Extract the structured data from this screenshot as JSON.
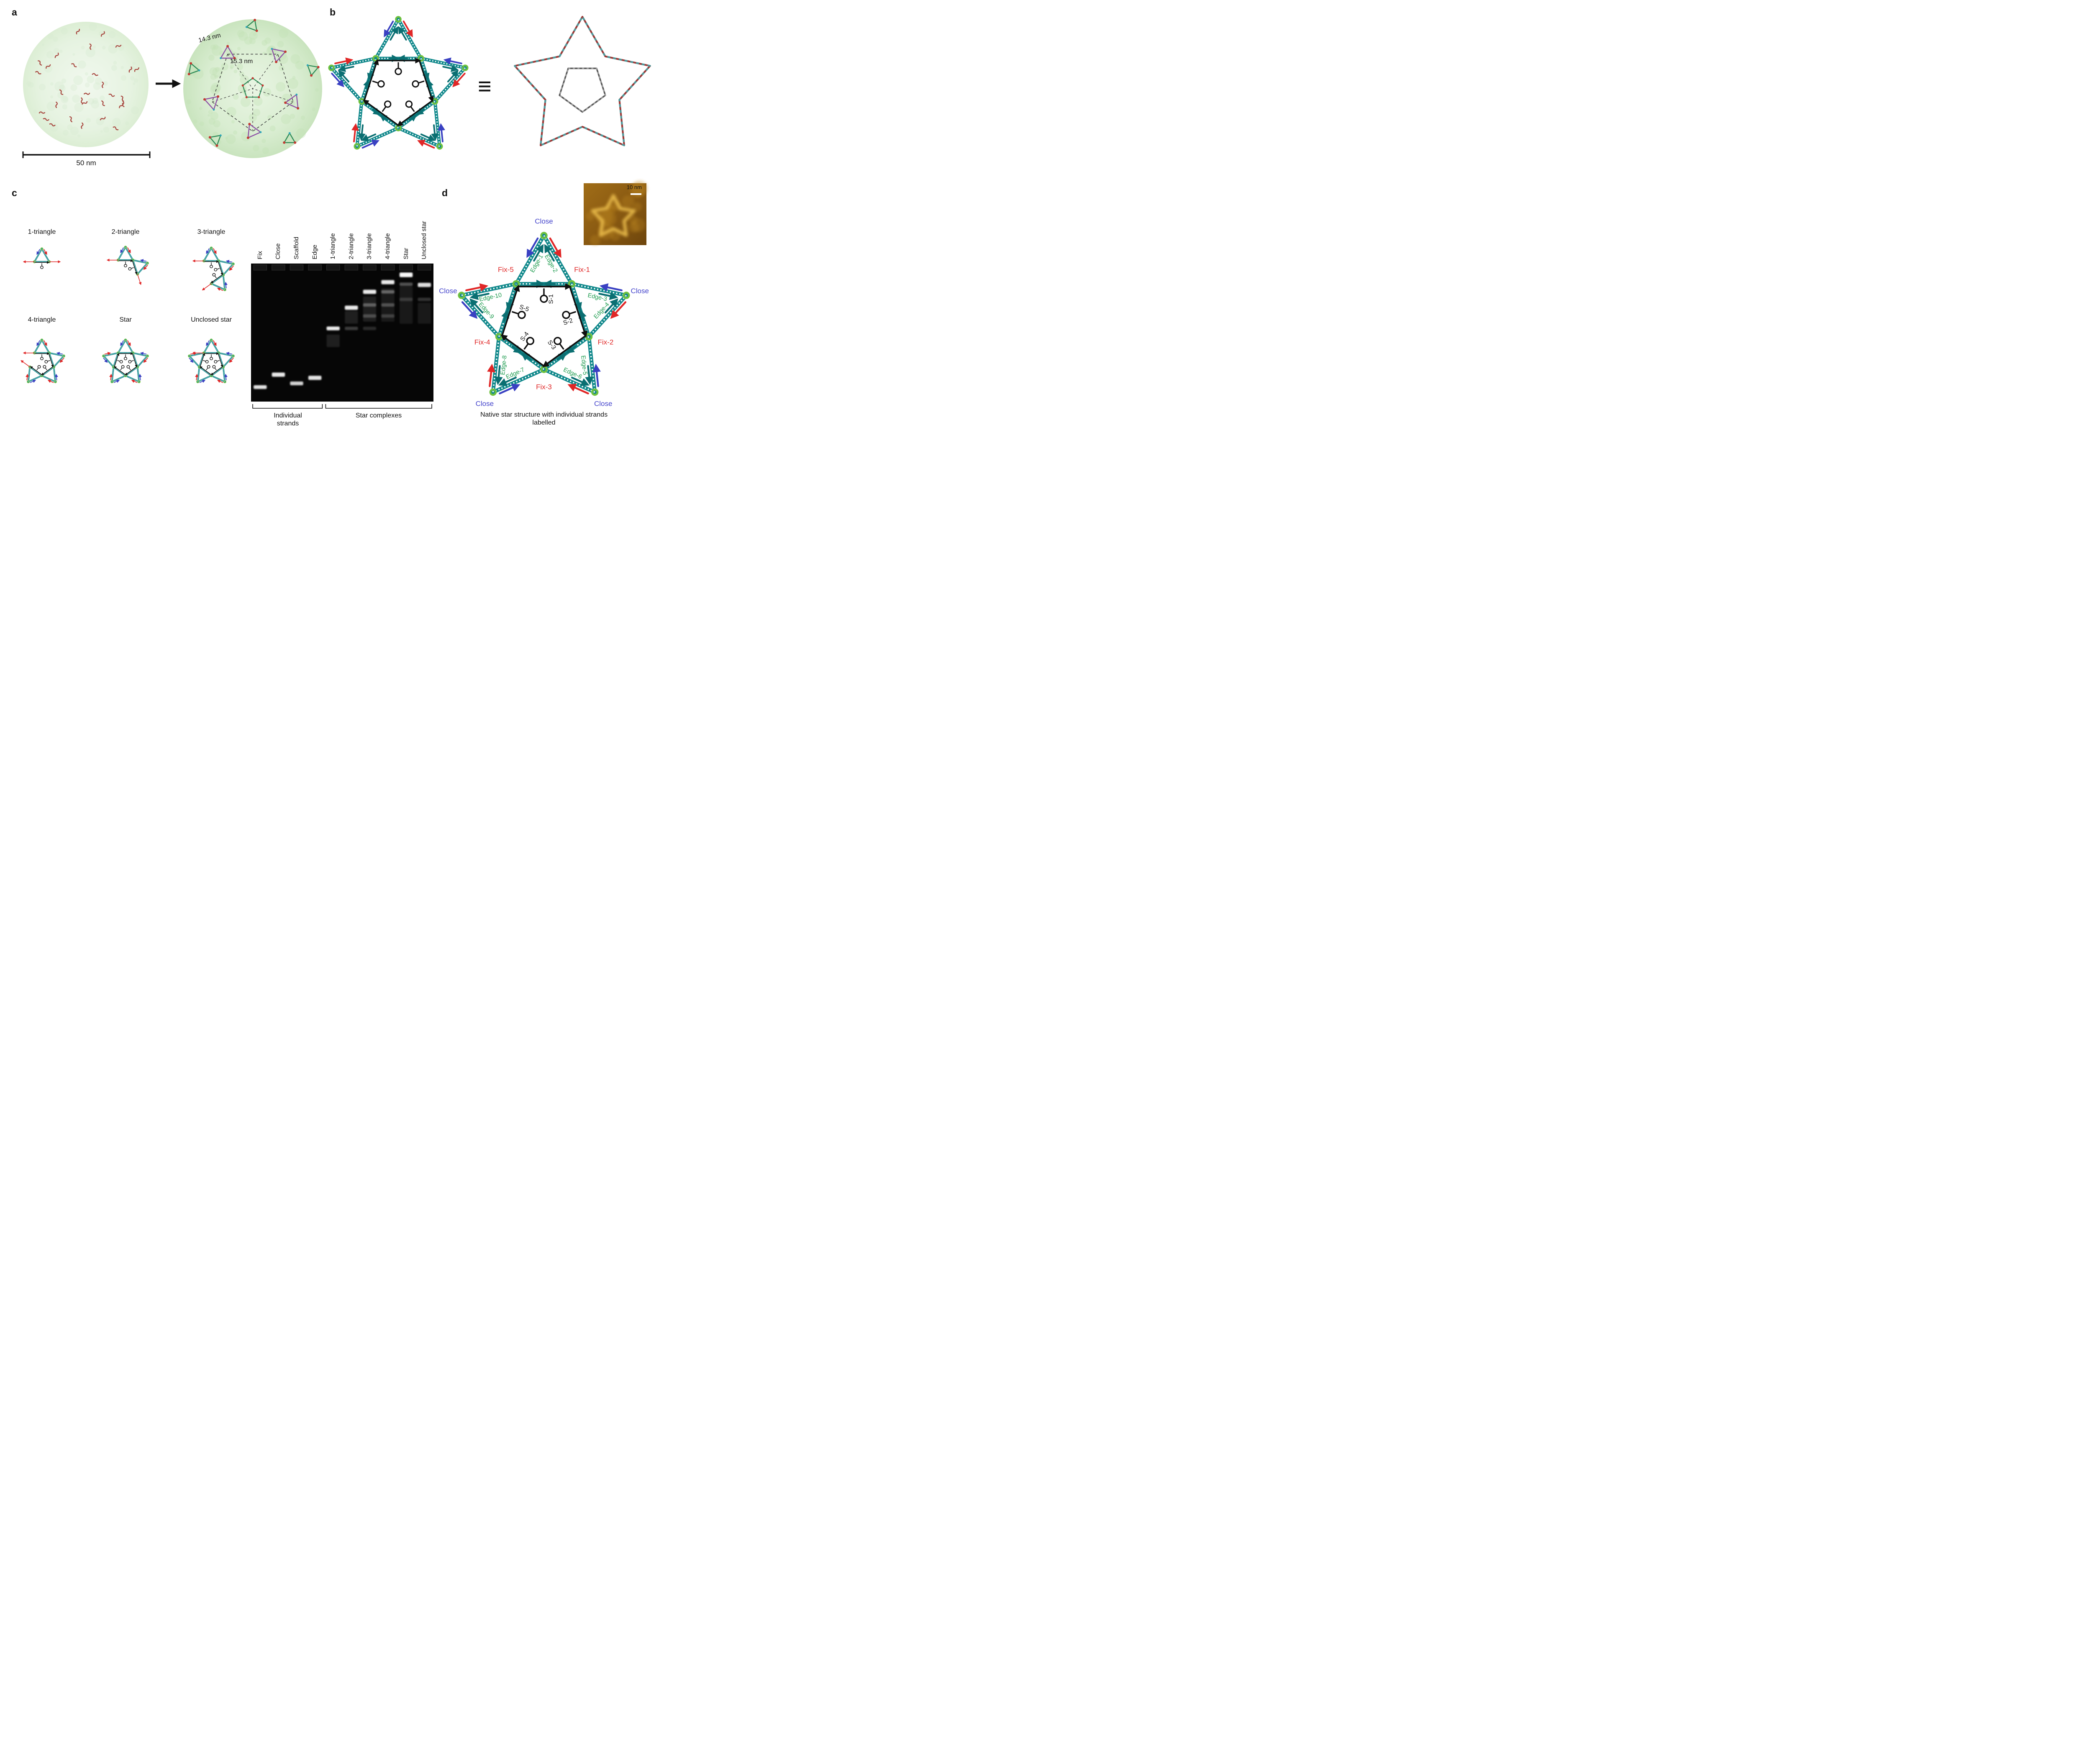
{
  "panels": {
    "a": {
      "label": "a",
      "scale_bar_label": "50 nm",
      "measure_small": "14.3 nm",
      "measure_large": "15.3 nm"
    },
    "b": {
      "label": "b",
      "equivalence_symbol": "≡"
    },
    "c": {
      "label": "c",
      "structure_labels": [
        "1-triangle",
        "2-triangle",
        "3-triangle",
        "4-triangle",
        "Star",
        "Unclosed star"
      ],
      "gel": {
        "lane_labels": [
          "Fix",
          "Close",
          "Scaffold",
          "Edge",
          "1-triangle",
          "2-triangle",
          "3-triangle",
          "4-triangle",
          "Star",
          "Unclosed star"
        ],
        "group_individual": "Individual strands",
        "group_complexes": "Star complexes",
        "bands": [
          {
            "lane": 0,
            "y": 0.895,
            "i": 0.92,
            "h": 9
          },
          {
            "lane": 1,
            "y": 0.805,
            "i": 0.95,
            "h": 10
          },
          {
            "lane": 2,
            "y": 0.868,
            "i": 0.85,
            "h": 9
          },
          {
            "lane": 3,
            "y": 0.828,
            "i": 0.92,
            "h": 10
          },
          {
            "lane": 4,
            "y": 0.47,
            "i": 0.95,
            "h": 9
          },
          {
            "lane": 4,
            "y": 0.56,
            "i": 0.1,
            "h": 30
          },
          {
            "lane": 5,
            "y": 0.32,
            "i": 0.95,
            "h": 10
          },
          {
            "lane": 5,
            "y": 0.47,
            "i": 0.22,
            "h": 8
          },
          {
            "lane": 5,
            "y": 0.39,
            "i": 0.1,
            "h": 30
          },
          {
            "lane": 6,
            "y": 0.205,
            "i": 0.95,
            "h": 10
          },
          {
            "lane": 6,
            "y": 0.3,
            "i": 0.3,
            "h": 8
          },
          {
            "lane": 6,
            "y": 0.38,
            "i": 0.22,
            "h": 8
          },
          {
            "lane": 6,
            "y": 0.47,
            "i": 0.15,
            "h": 8
          },
          {
            "lane": 6,
            "y": 0.33,
            "i": 0.1,
            "h": 60
          },
          {
            "lane": 7,
            "y": 0.135,
            "i": 0.95,
            "h": 10
          },
          {
            "lane": 7,
            "y": 0.205,
            "i": 0.35,
            "h": 8
          },
          {
            "lane": 7,
            "y": 0.3,
            "i": 0.25,
            "h": 8
          },
          {
            "lane": 7,
            "y": 0.38,
            "i": 0.18,
            "h": 8
          },
          {
            "lane": 7,
            "y": 0.3,
            "i": 0.08,
            "h": 80
          },
          {
            "lane": 8,
            "y": 0.082,
            "i": 1.0,
            "h": 11
          },
          {
            "lane": 8,
            "y": 0.15,
            "i": 0.3,
            "h": 8
          },
          {
            "lane": 8,
            "y": 0.26,
            "i": 0.15,
            "h": 8
          },
          {
            "lane": 8,
            "y": 0.3,
            "i": 0.08,
            "h": 90
          },
          {
            "lane": 9,
            "y": 0.155,
            "i": 0.9,
            "h": 10
          },
          {
            "lane": 9,
            "y": 0.26,
            "i": 0.18,
            "h": 8
          },
          {
            "lane": 9,
            "y": 0.36,
            "i": 0.08,
            "h": 50
          }
        ]
      }
    },
    "d": {
      "label": "d",
      "close_label": "Close",
      "fix_labels": [
        "Fix-1",
        "Fix-2",
        "Fix-3",
        "Fix-4",
        "Fix-5"
      ],
      "edge_labels": [
        "Edge-1",
        "Edge-2",
        "Edge-3",
        "Edge-4",
        "Edge-5",
        "Edge-6",
        "Edge-7",
        "Edge-8",
        "Edge-9",
        "Edge-10"
      ],
      "scaffold_labels": [
        "S-1",
        "S-2",
        "S-3",
        "S-4",
        "S-5"
      ],
      "inset_scale_label": "10 nm",
      "caption": "Native star structure with individual strands labelled"
    }
  },
  "colors": {
    "strand_teal": "#12898c",
    "strand_teal_dark": "#0b6f72",
    "strand_blue": "#3a41c2",
    "strand_red": "#e02727",
    "loop_green": "#6fc13e",
    "label_blue": "#4444cc",
    "label_green": "#1d9b4e",
    "label_red": "#e02727",
    "triangle_purple": "#8d51a5",
    "helix_red": "#9c3a38",
    "helix_teal": "#4e9a9c",
    "scaffold_gray": "#5a5a5a",
    "gel_background": "#060606",
    "gel_band": "#f8f8f8",
    "afm_brown": "#8a5a12"
  }
}
